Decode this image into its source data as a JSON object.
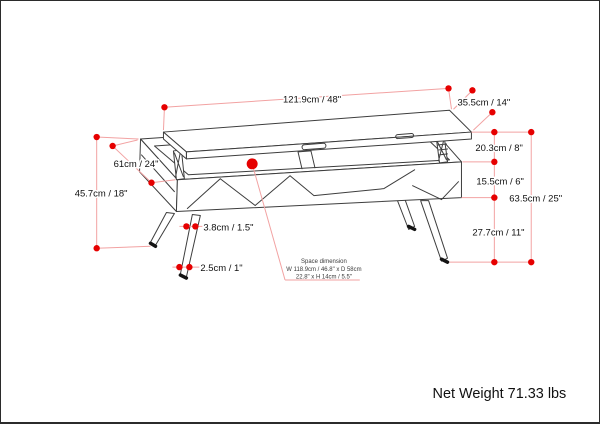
{
  "diagram": {
    "net_weight": "Net Weight 71.33 lbs",
    "dimensions": {
      "top_width": "121.9cm / 48\"",
      "top_depth": "35.5cm / 14\"",
      "cabinet_depth": "61cm / 24\"",
      "closed_height": "45.7cm / 18\"",
      "lift_height": "20.3cm / 8\"",
      "opening_height": "15.5cm / 6\"",
      "total_lifted_height": "63.5cm / 25\"",
      "leg_height": "27.7cm / 11\"",
      "leg_top_width": "3.8cm / 1.5\"",
      "leg_bottom_width": "2.5cm / 1\""
    },
    "space_note": {
      "title": "Space dimension",
      "line1": "W 118.9cm / 46.8\" x D 58cm",
      "line2": "22.8\" x H 14cm / 5.5\""
    },
    "colors": {
      "marker_dot": "#e60000",
      "dimension_line": "#f2a2a2",
      "drawing_line": "#3d3d3d",
      "label_text": "#111111"
    }
  }
}
